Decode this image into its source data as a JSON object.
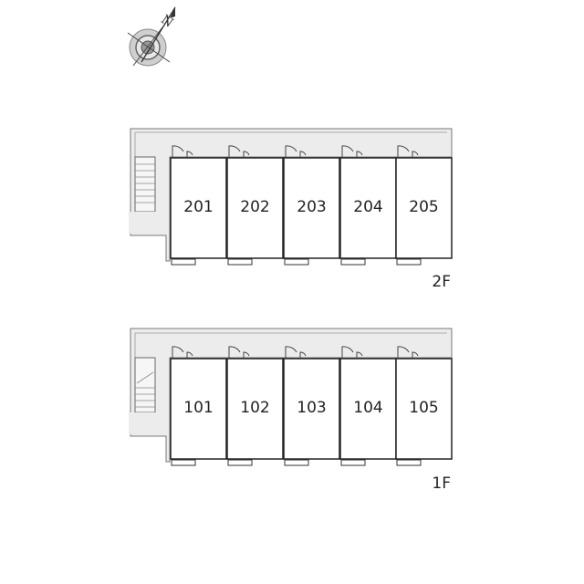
{
  "compass": {
    "icon": "compass-rose-icon",
    "north_label": "N"
  },
  "floors": [
    {
      "id": "2F",
      "label": "2F",
      "units": [
        "201",
        "202",
        "203",
        "204",
        "205"
      ]
    },
    {
      "id": "1F",
      "label": "1F",
      "units": [
        "101",
        "102",
        "103",
        "104",
        "105"
      ]
    }
  ]
}
